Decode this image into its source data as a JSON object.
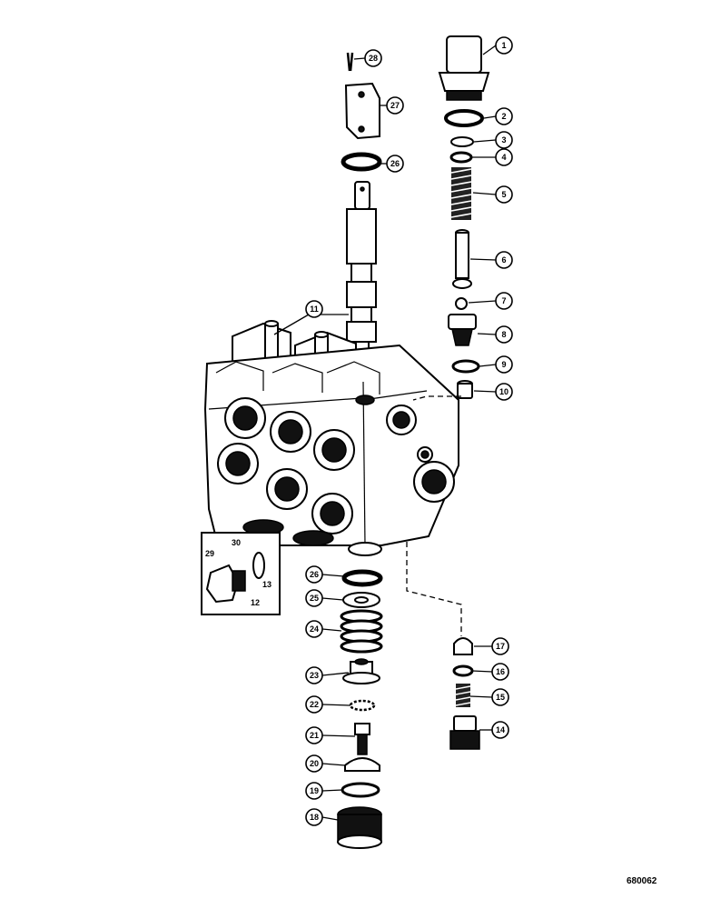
{
  "figure_code": "680062",
  "callouts": [
    {
      "id": "c1",
      "label": "1"
    },
    {
      "id": "c2",
      "label": "2"
    },
    {
      "id": "c3",
      "label": "3"
    },
    {
      "id": "c4",
      "label": "4"
    },
    {
      "id": "c5",
      "label": "5"
    },
    {
      "id": "c6",
      "label": "6"
    },
    {
      "id": "c7",
      "label": "7"
    },
    {
      "id": "c8",
      "label": "8"
    },
    {
      "id": "c9",
      "label": "9"
    },
    {
      "id": "c10",
      "label": "10"
    },
    {
      "id": "c11",
      "label": "11"
    },
    {
      "id": "c14",
      "label": "14"
    },
    {
      "id": "c15",
      "label": "15"
    },
    {
      "id": "c16",
      "label": "16"
    },
    {
      "id": "c17",
      "label": "17"
    },
    {
      "id": "c18",
      "label": "18"
    },
    {
      "id": "c19",
      "label": "19"
    },
    {
      "id": "c20",
      "label": "20"
    },
    {
      "id": "c21",
      "label": "21"
    },
    {
      "id": "c22",
      "label": "22"
    },
    {
      "id": "c23",
      "label": "23"
    },
    {
      "id": "c24",
      "label": "24"
    },
    {
      "id": "c25",
      "label": "25"
    },
    {
      "id": "c26a",
      "label": "26"
    },
    {
      "id": "c26b",
      "label": "26"
    },
    {
      "id": "c27",
      "label": "27"
    },
    {
      "id": "c28",
      "label": "28"
    }
  ],
  "inset_labels": {
    "l29": "29",
    "l30": "30",
    "l13": "13",
    "l12": "12"
  }
}
